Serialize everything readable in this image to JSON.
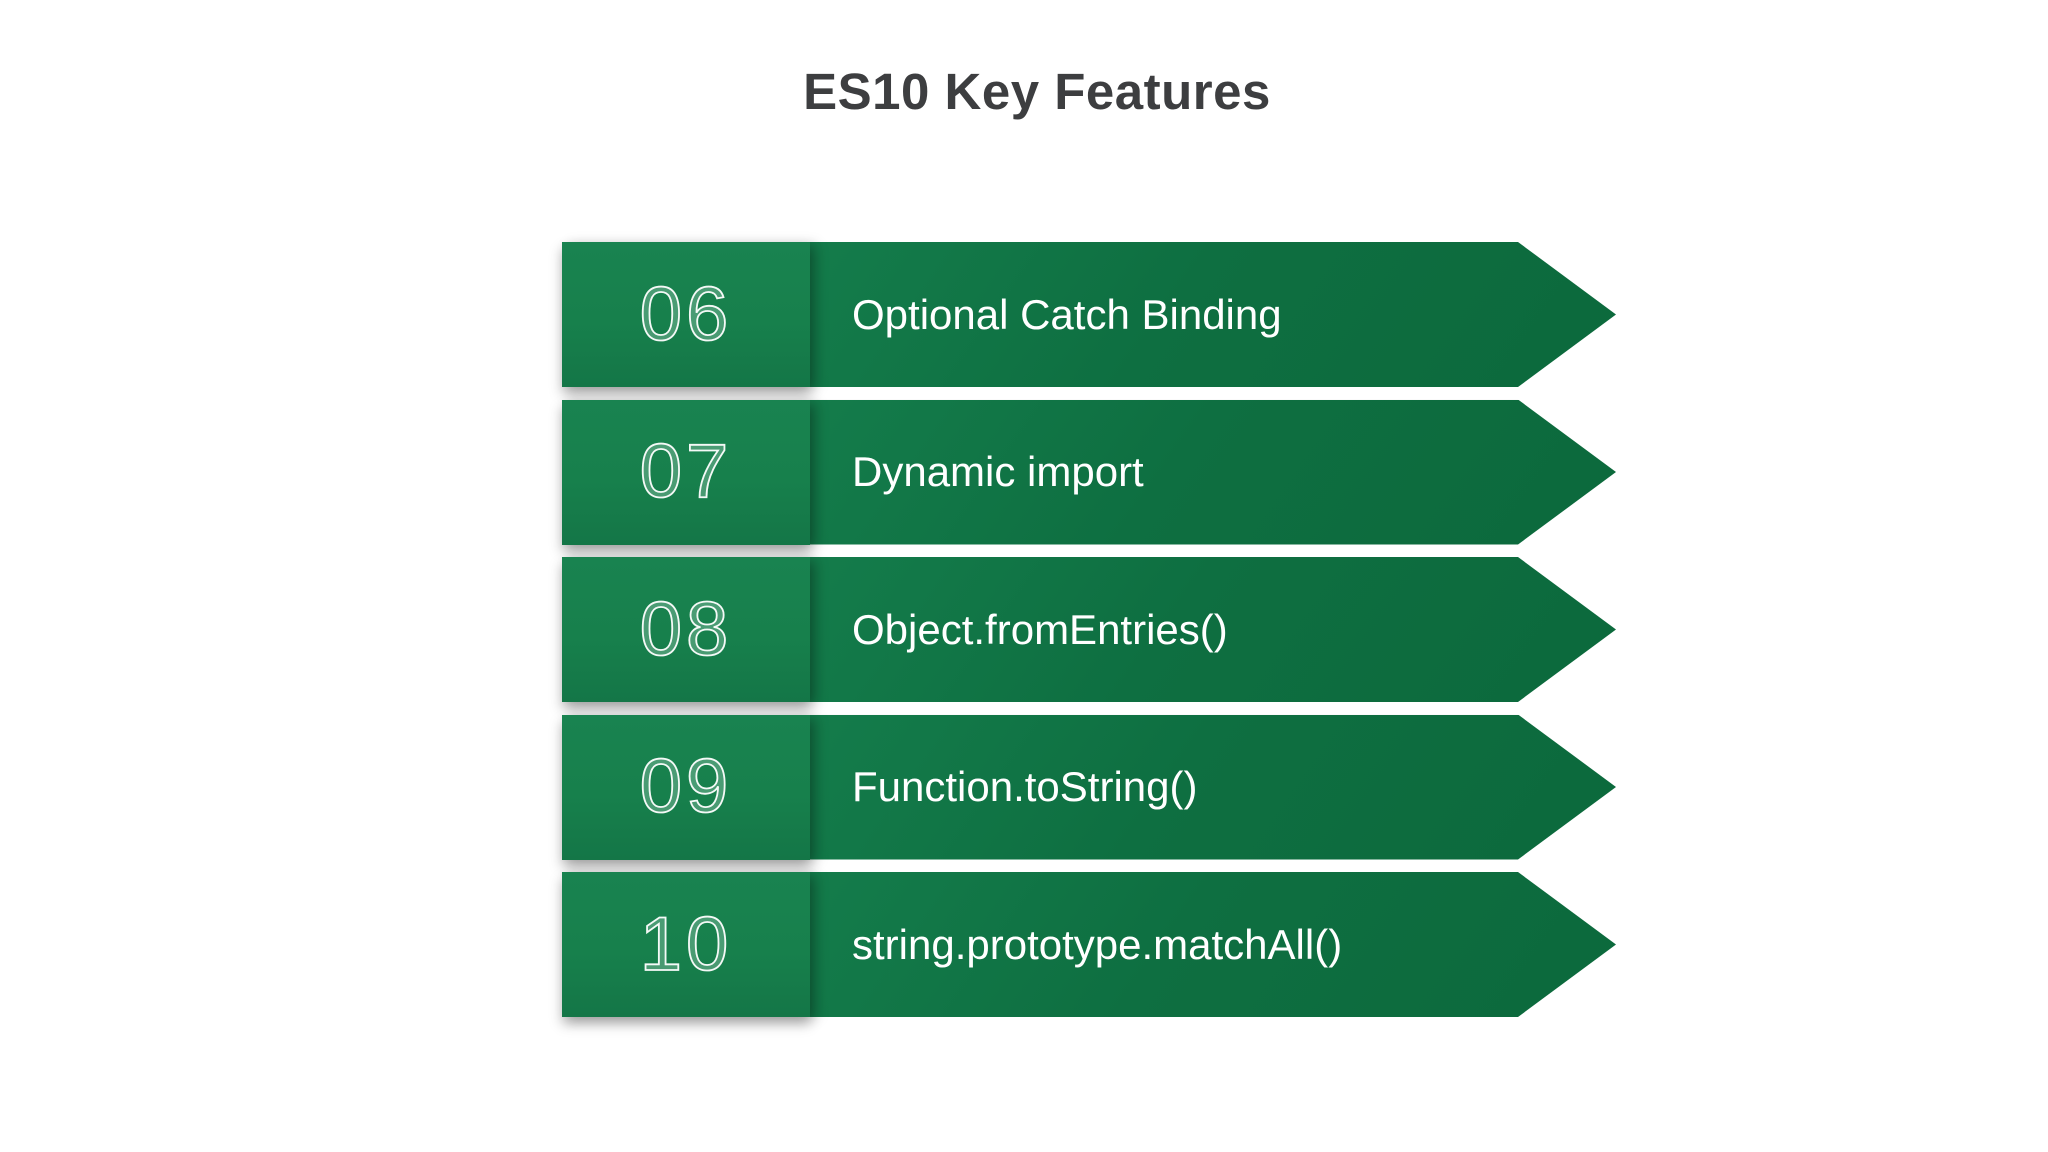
{
  "title": "ES10 Key Features",
  "rows": [
    {
      "number": "06",
      "label": "Optional Catch Binding"
    },
    {
      "number": "07",
      "label": "Dynamic import"
    },
    {
      "number": "08",
      "label": "Object.fromEntries()"
    },
    {
      "number": "09",
      "label": "Function.toString()"
    },
    {
      "number": "10",
      "label": "string.prototype.matchAll()"
    }
  ],
  "colors": {
    "block_green": "#17804c",
    "arrow_green_light": "#147c4b",
    "arrow_green_dark": "#0c693c",
    "title_color": "#3d3e40",
    "label_color": "#ffffff"
  }
}
